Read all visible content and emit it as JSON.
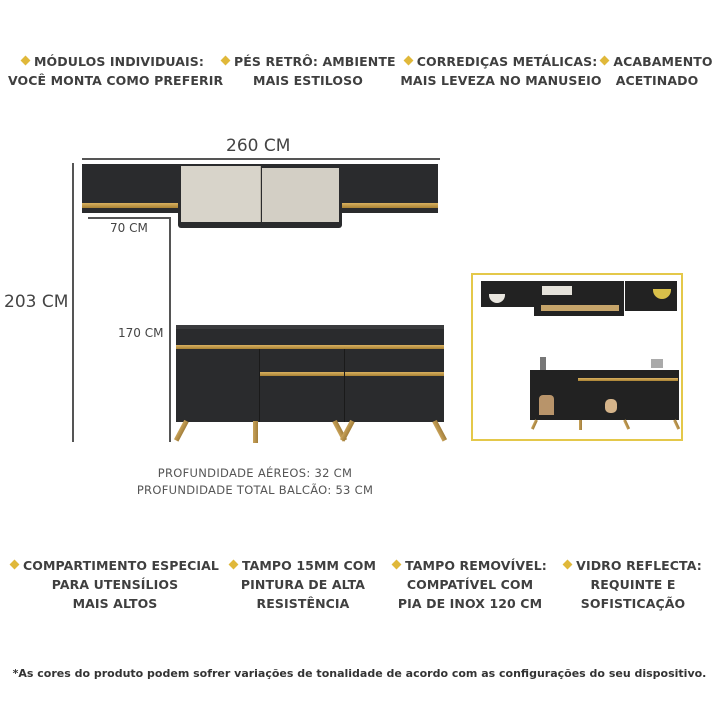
{
  "top_features": [
    {
      "lines": [
        "MÓDULOS INDIVIDUAIS:",
        "VOCÊ MONTA COMO PREFERIR"
      ]
    },
    {
      "lines": [
        "PÉS RETRÔ: AMBIENTE",
        "MAIS ESTILOSO"
      ]
    },
    {
      "lines": [
        "CORREDIÇAS METÁLICAS:",
        "MAIS LEVEZA NO MANUSEIO"
      ]
    },
    {
      "lines": [
        "ACABAMENTO",
        "ACETINADO"
      ]
    }
  ],
  "dimensions": {
    "total_width": "260 CM",
    "total_height": "203 CM",
    "upper_depth_gap": "70 CM",
    "counter_height": "170 CM"
  },
  "depth_notes": {
    "upper": "PROFUNDIDADE AÉREOS: 32 CM",
    "counter": "PROFUNDIDADE TOTAL BALCÃO: 53 CM"
  },
  "bottom_features": [
    {
      "lines": [
        "COMPARTIMENTO ESPECIAL",
        "PARA UTENSÍLIOS",
        "MAIS ALTOS"
      ]
    },
    {
      "lines": [
        "TAMPO 15MM COM",
        "PINTURA DE ALTA",
        "RESISTÊNCIA"
      ]
    },
    {
      "lines": [
        "TAMPO REMOVÍVEL:",
        "COMPATÍVEL COM",
        "PIA DE INOX 120 CM"
      ]
    },
    {
      "lines": [
        "VIDRO REFLECTA:",
        "REQUINTE E",
        "SOFISTICAÇÃO"
      ]
    }
  ],
  "disclaimer": "*As cores do produto podem sofrer variações de tonalidade de acordo com as configurações do seu dispositivo.",
  "colors": {
    "bullet": "#e0b83a",
    "cabinet": "#2a2b2d",
    "gold_trim": "#c9a35a",
    "glass_door": "#d9d5cc",
    "photo_border": "#e4c84a"
  }
}
